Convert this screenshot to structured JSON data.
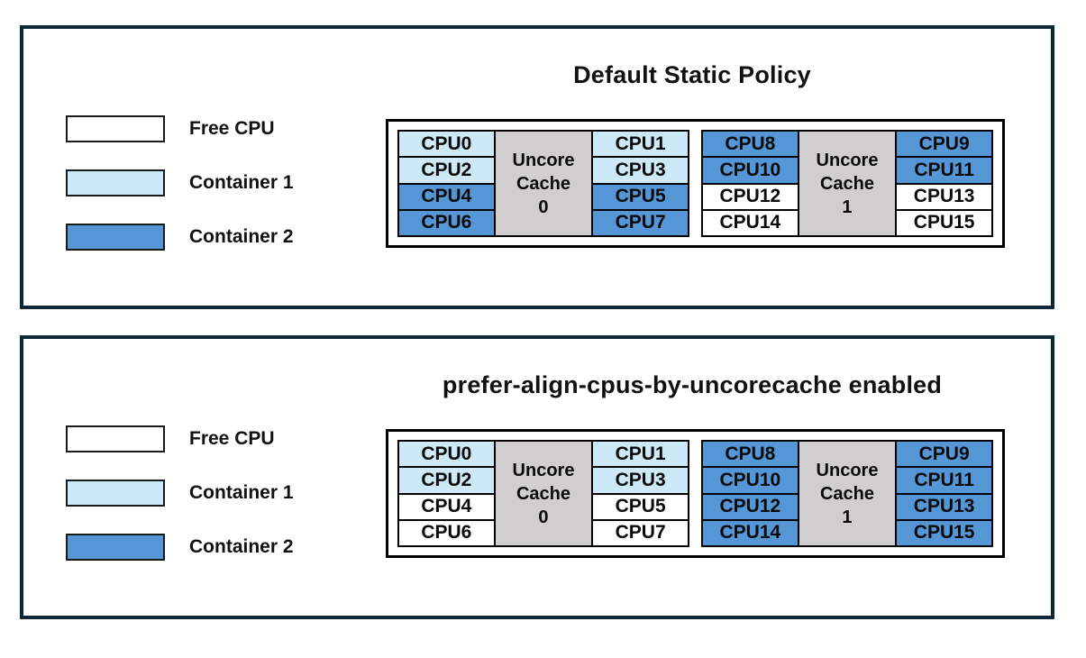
{
  "colors": {
    "free": "#ffffff",
    "container1": "#cde9f7",
    "container2": "#5596d6",
    "uncore": "#d0cece",
    "panel_border": "#0b2838"
  },
  "legend": {
    "items": [
      {
        "label": "Free CPU",
        "state": "free"
      },
      {
        "label": "Container 1",
        "state": "container1"
      },
      {
        "label": "Container 2",
        "state": "container2"
      }
    ]
  },
  "panels": [
    {
      "title": "Default Static Policy",
      "diagram": {
        "groups": [
          {
            "uncore_label": "Uncore\nCache\n0",
            "left_cpus": [
              {
                "label": "CPU0",
                "state": "container1"
              },
              {
                "label": "CPU2",
                "state": "container1"
              },
              {
                "label": "CPU4",
                "state": "container2"
              },
              {
                "label": "CPU6",
                "state": "container2"
              }
            ],
            "right_cpus": [
              {
                "label": "CPU1",
                "state": "container1"
              },
              {
                "label": "CPU3",
                "state": "container1"
              },
              {
                "label": "CPU5",
                "state": "container2"
              },
              {
                "label": "CPU7",
                "state": "container2"
              }
            ]
          },
          {
            "uncore_label": "Uncore\nCache\n1",
            "left_cpus": [
              {
                "label": "CPU8",
                "state": "container2"
              },
              {
                "label": "CPU10",
                "state": "container2"
              },
              {
                "label": "CPU12",
                "state": "free"
              },
              {
                "label": "CPU14",
                "state": "free"
              }
            ],
            "right_cpus": [
              {
                "label": "CPU9",
                "state": "container2"
              },
              {
                "label": "CPU11",
                "state": "container2"
              },
              {
                "label": "CPU13",
                "state": "free"
              },
              {
                "label": "CPU15",
                "state": "free"
              }
            ]
          }
        ]
      }
    },
    {
      "title": "prefer-align-cpus-by-uncorecache enabled",
      "diagram": {
        "groups": [
          {
            "uncore_label": "Uncore\nCache\n0",
            "left_cpus": [
              {
                "label": "CPU0",
                "state": "container1"
              },
              {
                "label": "CPU2",
                "state": "container1"
              },
              {
                "label": "CPU4",
                "state": "free"
              },
              {
                "label": "CPU6",
                "state": "free"
              }
            ],
            "right_cpus": [
              {
                "label": "CPU1",
                "state": "container1"
              },
              {
                "label": "CPU3",
                "state": "container1"
              },
              {
                "label": "CPU5",
                "state": "free"
              },
              {
                "label": "CPU7",
                "state": "free"
              }
            ]
          },
          {
            "uncore_label": "Uncore\nCache\n1",
            "left_cpus": [
              {
                "label": "CPU8",
                "state": "container2"
              },
              {
                "label": "CPU10",
                "state": "container2"
              },
              {
                "label": "CPU12",
                "state": "container2"
              },
              {
                "label": "CPU14",
                "state": "container2"
              }
            ],
            "right_cpus": [
              {
                "label": "CPU9",
                "state": "container2"
              },
              {
                "label": "CPU11",
                "state": "container2"
              },
              {
                "label": "CPU13",
                "state": "container2"
              },
              {
                "label": "CPU15",
                "state": "container2"
              }
            ]
          }
        ]
      }
    }
  ]
}
